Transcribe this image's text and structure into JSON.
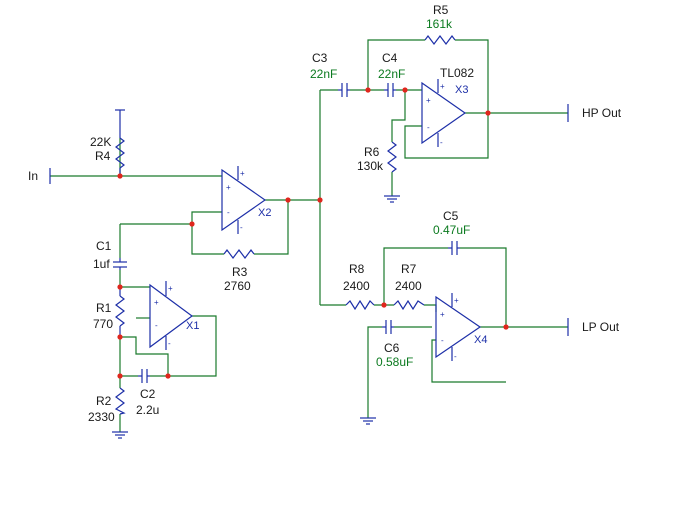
{
  "components": {
    "r4": {
      "ref": "R4",
      "value": "22K"
    },
    "r1": {
      "ref": "R1",
      "value": "770"
    },
    "r2": {
      "ref": "R2",
      "value": "2330"
    },
    "r3": {
      "ref": "R3",
      "value": "2760"
    },
    "r5": {
      "ref": "R5",
      "value": "161k"
    },
    "r6": {
      "ref": "R6",
      "value": "130k"
    },
    "r7": {
      "ref": "R7",
      "value": "2400"
    },
    "r8": {
      "ref": "R8",
      "value": "2400"
    },
    "c1": {
      "ref": "C1",
      "value": "1uf"
    },
    "c2": {
      "ref": "C2",
      "value": "2.2u"
    },
    "c3": {
      "ref": "C3",
      "value": "22nF"
    },
    "c4": {
      "ref": "C4",
      "value": "22nF"
    },
    "c5": {
      "ref": "C5",
      "value": "0.47uF"
    },
    "c6": {
      "ref": "C6",
      "value": "0.58uF"
    }
  },
  "opamps": {
    "x1": "X1",
    "x2": "X2",
    "x3": "X3",
    "x3_part": "TL082",
    "x4": "X4"
  },
  "ports": {
    "in": "In",
    "hp_out": "HP Out",
    "lp_out": "LP Out"
  },
  "colors": {
    "wire": "#1a7a2c",
    "component": "#1d2fa8",
    "junction": "#e0261d"
  }
}
